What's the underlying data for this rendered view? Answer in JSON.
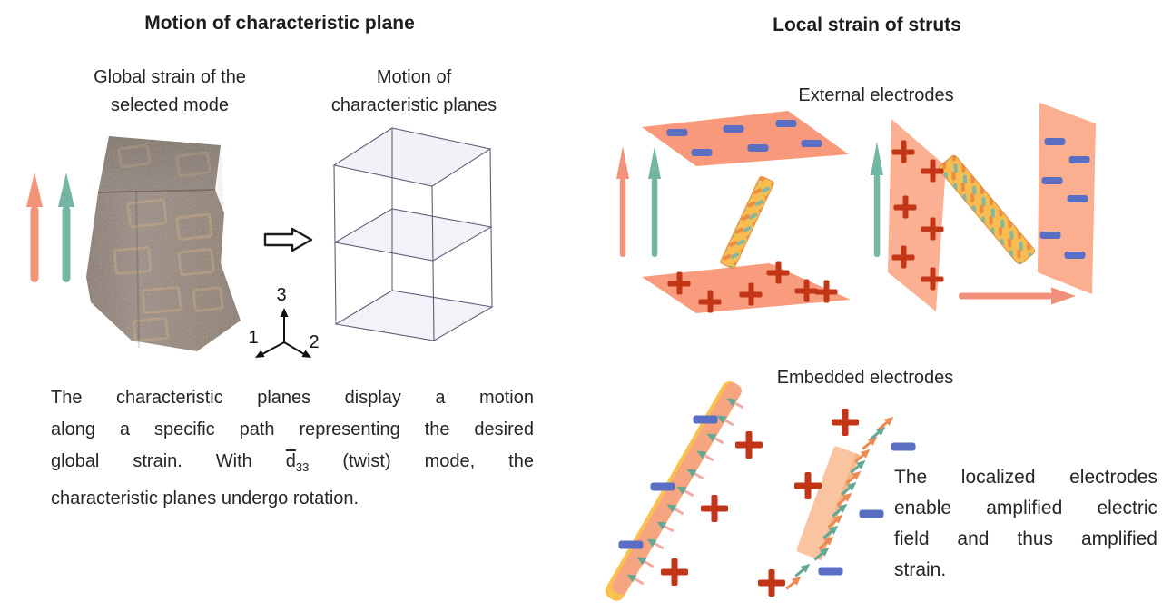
{
  "figure": {
    "left": {
      "title": "Motion of characteristic plane",
      "global_label": [
        "Global strain of the",
        "selected mode"
      ],
      "motion_label": [
        "Motion of",
        "characteristic planes"
      ],
      "axes": {
        "axis1": "1",
        "axis2": "2",
        "axis3": "3"
      },
      "caption": {
        "line1": "The characteristic planes display a motion",
        "line2": "along a specific path representing the desired",
        "line3_pre": "global strain. With ",
        "d_symbol": "d",
        "d_subscript": "33",
        "line3_post": " (twist) mode, the",
        "line4": "characteristic planes undergo rotation."
      }
    },
    "right": {
      "title": "Local strain of struts",
      "external_label": "External electrodes",
      "embedded_label": "Embedded electrodes",
      "caption": {
        "line1": "The localized electrodes",
        "line2": "enable amplified electric",
        "line3": "field and thus amplified",
        "line4": "strain."
      }
    }
  },
  "symbols": {
    "plus": "+",
    "minus": "−"
  },
  "colors": {
    "coral_plane": "#F9997B",
    "light_coral_plane": "#FBB093",
    "minus_blue": "#5A6FC3",
    "plus_red": "#C23517",
    "teal_arrow": "#74B6A4",
    "orange_arrow": "#F2937A",
    "strut_yellow": "#F7BD50",
    "embedded_strut_salmon": "#F5A57F",
    "embedded_strut_yellow": "#FBC14E",
    "box_face": "#EAE7F3",
    "prism_gray": "#998A80"
  },
  "charge_groups": [
    {
      "name": "external-top-plane-minus",
      "type": "minus",
      "cls": "minus-sm",
      "positions": [
        [
          746,
          146
        ],
        [
          808,
          142
        ],
        [
          866,
          136
        ],
        [
          773,
          168
        ],
        [
          835,
          163
        ],
        [
          894,
          158
        ]
      ]
    },
    {
      "name": "external-bottom-plane-plus",
      "type": "plus",
      "cls": "plus-sm",
      "positions": [
        [
          748,
          312
        ],
        [
          782,
          332
        ],
        [
          827,
          324
        ],
        [
          857,
          300
        ],
        [
          888,
          320
        ],
        [
          910,
          321
        ]
      ]
    },
    {
      "name": "external-left-plane-plus",
      "type": "plus",
      "cls": "plus-sm",
      "positions": [
        [
          995,
          167
        ],
        [
          1027,
          188
        ],
        [
          997,
          228
        ],
        [
          1027,
          252
        ],
        [
          995,
          283
        ],
        [
          1027,
          307
        ]
      ]
    },
    {
      "name": "external-right-plane-minus",
      "type": "minus",
      "cls": "minus-sm",
      "positions": [
        [
          1162,
          156
        ],
        [
          1189,
          176
        ],
        [
          1159,
          199
        ],
        [
          1187,
          219
        ],
        [
          1157,
          259
        ],
        [
          1184,
          281
        ]
      ]
    },
    {
      "name": "embedded-left-strut-minus",
      "type": "minus",
      "cls": "minus-lg",
      "positions": [
        [
          777,
          462
        ],
        [
          730,
          536
        ],
        [
          695,
          600
        ]
      ]
    },
    {
      "name": "embedded-left-strut-plus",
      "type": "plus",
      "cls": "plus-lg",
      "positions": [
        [
          825,
          490
        ],
        [
          787,
          560
        ],
        [
          743,
          630
        ]
      ]
    },
    {
      "name": "embedded-right-strut-plus",
      "type": "plus",
      "cls": "plus-lg",
      "positions": [
        [
          931,
          465
        ],
        [
          890,
          535
        ],
        [
          850,
          642
        ]
      ]
    },
    {
      "name": "embedded-right-strut-minus",
      "type": "minus",
      "cls": "minus-lg",
      "positions": [
        [
          995,
          492
        ],
        [
          960,
          566
        ],
        [
          915,
          629
        ]
      ]
    }
  ],
  "micro_palette": {
    "teal": "#63A894",
    "orange": "#ED8A53",
    "pink": "#F2ABA0"
  },
  "micro_arrow_groups": [
    {
      "name": "embedded-left-strut-arrows",
      "rot": -150,
      "colors": [
        "teal"
      ],
      "tail": "pink",
      "points": [
        [
          700,
          638
        ],
        [
          711,
          619
        ],
        [
          722,
          599
        ],
        [
          733,
          580
        ],
        [
          744,
          561
        ],
        [
          755,
          541
        ],
        [
          766,
          522
        ],
        [
          777,
          502
        ],
        [
          788,
          483
        ],
        [
          799,
          463
        ],
        [
          810,
          444
        ]
      ]
    },
    {
      "name": "embedded-right-strut-edge-arrows",
      "rot": -40,
      "colors": [
        "teal",
        "orange"
      ],
      "points": [
        [
          905,
          610
        ],
        [
          910,
          598
        ],
        [
          915,
          586
        ],
        [
          920,
          574
        ],
        [
          925,
          562
        ],
        [
          930,
          550
        ],
        [
          935,
          538
        ],
        [
          940,
          526
        ],
        [
          945,
          514
        ],
        [
          950,
          502
        ]
      ]
    },
    {
      "name": "embedded-right-strut-top-arrows",
      "rot": -40,
      "colors": [
        "orange",
        "teal"
      ],
      "points": [
        [
          958,
          488
        ],
        [
          967,
          477
        ],
        [
          976,
          466
        ]
      ]
    },
    {
      "name": "embedded-right-strut-bottom-arrows",
      "rot": -40,
      "colors": [
        "teal",
        "orange"
      ],
      "points": [
        [
          884,
          628
        ],
        [
          874,
          642
        ]
      ]
    }
  ]
}
